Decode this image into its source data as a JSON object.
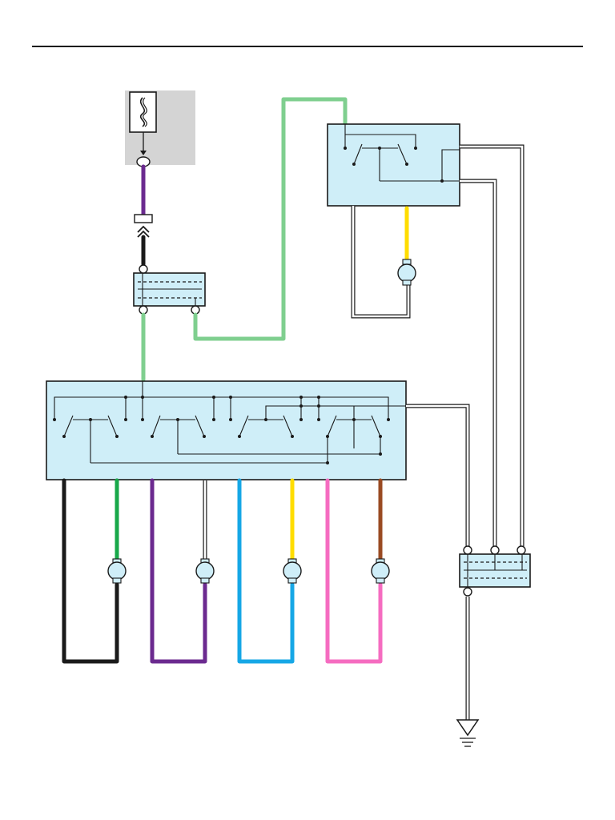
{
  "colors": {
    "black": "#1a1a1a",
    "purple": "#6b2a8f",
    "green_light": "#7fcf8f",
    "green": "#18a84a",
    "white": "#ffffff",
    "blue": "#16a7e6",
    "yellow": "#ffdd00",
    "pink": "#f56cc0",
    "brown": "#9a4a22",
    "box_fill": "#cfeef8",
    "fuse_bg": "#d4d4d4"
  },
  "icons": {
    "fuse": "fuse-icon",
    "motor": "motor-icon",
    "ground": "ground-icon",
    "connector": "connector-icon"
  },
  "motors": [
    {
      "id": "motor-1",
      "upper_wire": "green",
      "lower_wire": "black"
    },
    {
      "id": "motor-2",
      "upper_wire": "white",
      "lower_wire": "purple"
    },
    {
      "id": "motor-3",
      "upper_wire": "yellow",
      "lower_wire": "blue"
    },
    {
      "id": "motor-4",
      "upper_wire": "brown",
      "lower_wire": "pink"
    },
    {
      "id": "motor-top",
      "upper_wire": "yellow",
      "lower_wire": "white"
    }
  ]
}
